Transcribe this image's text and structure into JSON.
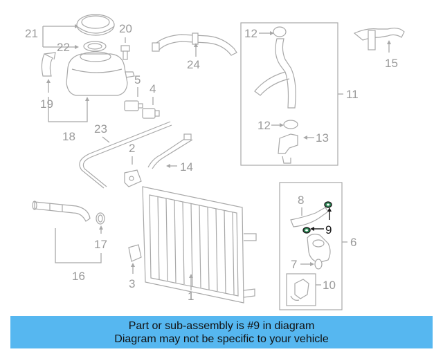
{
  "callouts": {
    "c1": "1",
    "c2": "2",
    "c3": "3",
    "c4": "4",
    "c5": "5",
    "c6": "6",
    "c7": "7",
    "c8": "8",
    "c9": "9",
    "c10": "10",
    "c11": "11",
    "c12a": "12",
    "c12b": "12",
    "c13": "13",
    "c14": "14",
    "c15": "15",
    "c16": "16",
    "c17": "17",
    "c18": "18",
    "c19": "19",
    "c20": "20",
    "c21": "21",
    "c22": "22",
    "c23": "23",
    "c24": "24"
  },
  "highlighted_part": "9",
  "colors": {
    "banner_bg": "#56b7f0",
    "highlight_fill": "#2e8b57",
    "line_gray": "#a8a8a8"
  },
  "banner": {
    "line1": "Part or sub-assembly is #9 in diagram",
    "line2": "Diagram may not be specific to your vehicle"
  }
}
